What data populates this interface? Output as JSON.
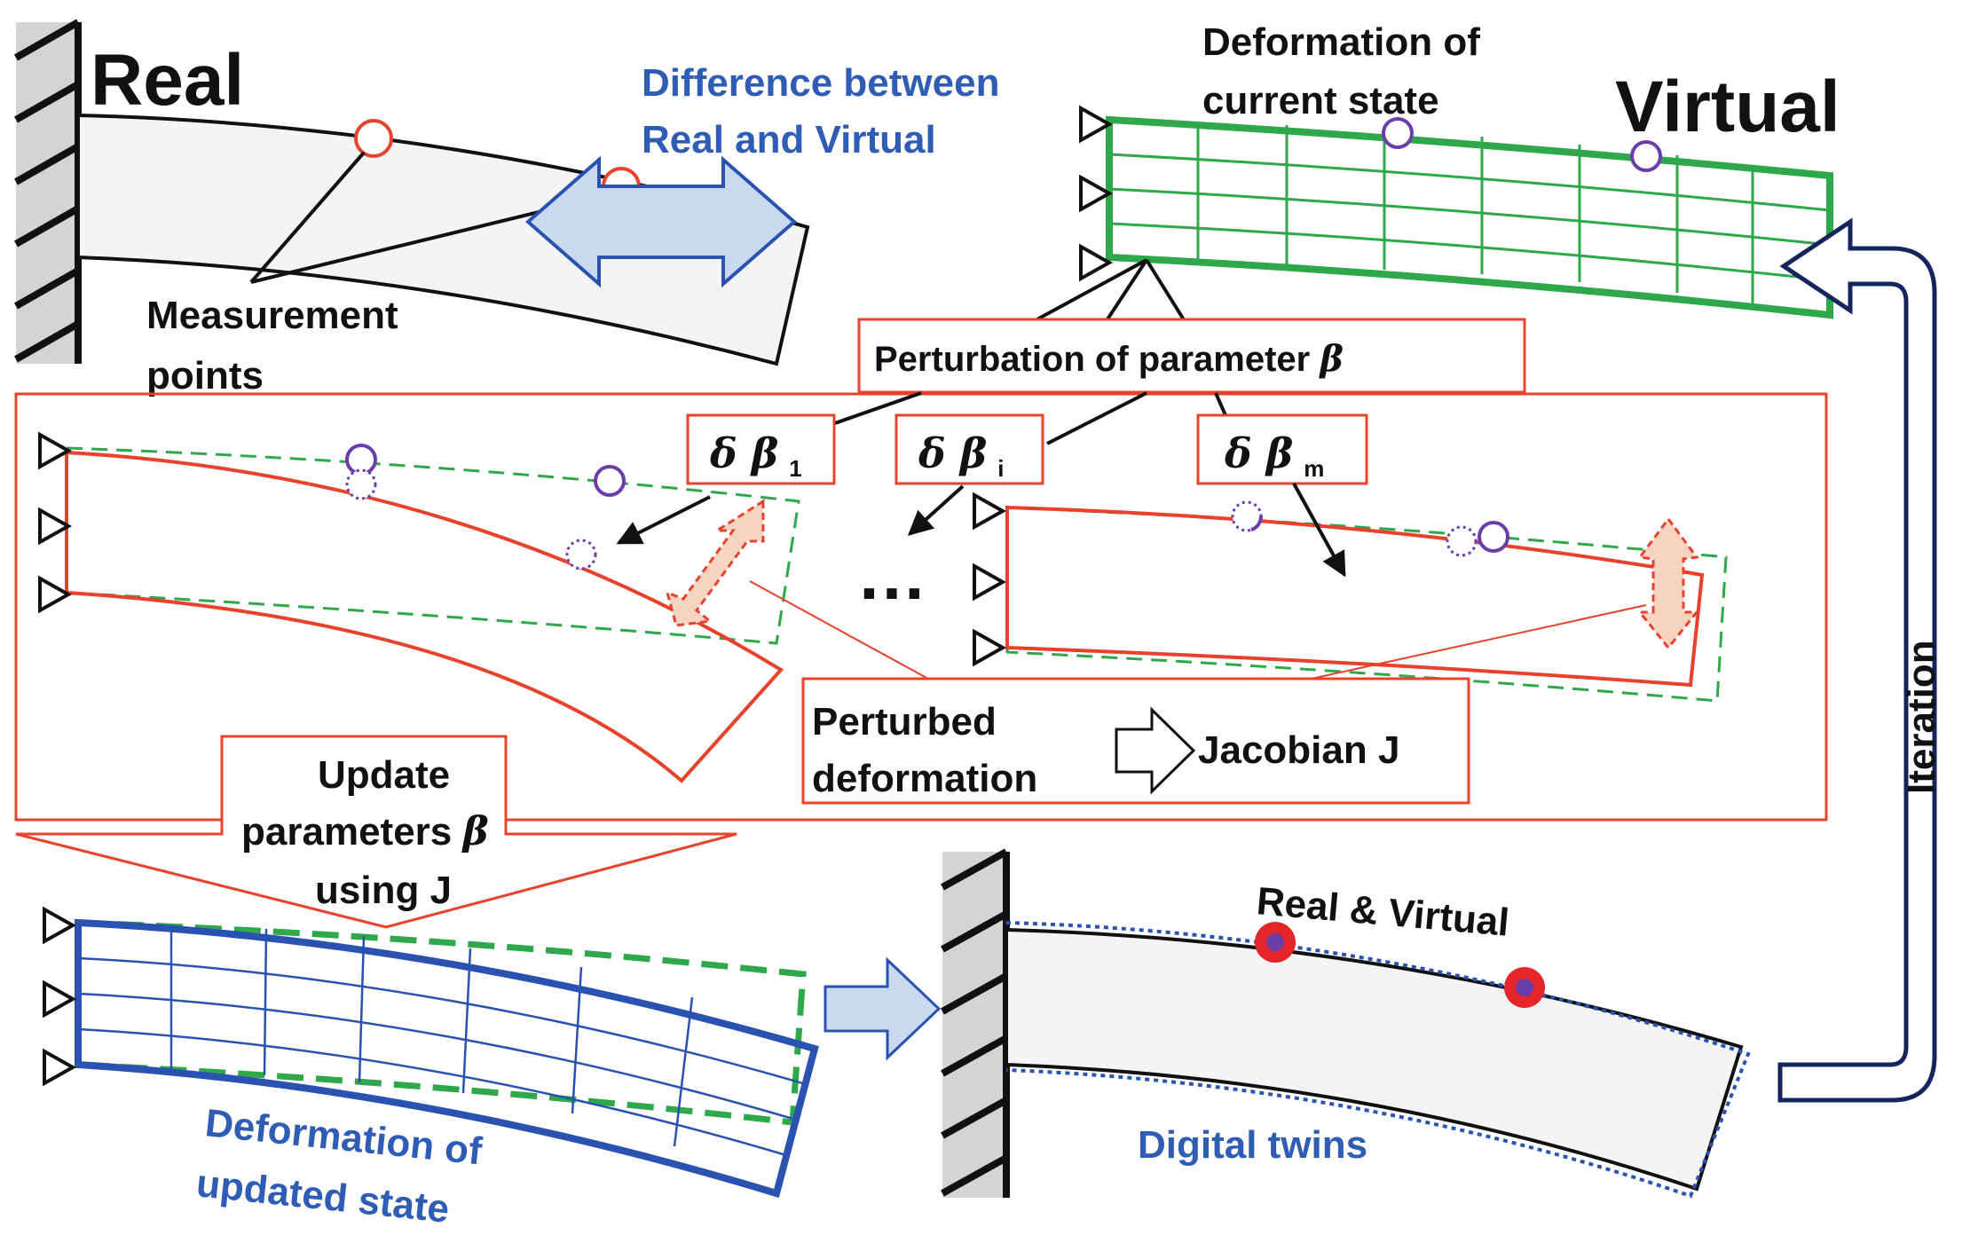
{
  "labels": {
    "real": "Real",
    "virtual": "Virtual",
    "difference_line1": "Difference between",
    "difference_line2": "Real and Virtual",
    "deformation_current_line1": "Deformation of",
    "deformation_current_line2": "current state",
    "measurement_line1": "Measurement",
    "measurement_line2": "points",
    "perturbation_text": "Perturbation of parameter ",
    "beta": "β",
    "delta_beta_1": "δ β",
    "sub_1": "1",
    "delta_beta_i": "δ β",
    "sub_i": "i",
    "delta_beta_m": "δ β",
    "sub_m": "m",
    "ellipsis": "…",
    "perturbed_line1": "Perturbed",
    "perturbed_line2": "deformation",
    "jacobian": "Jacobian J",
    "update_line1": "Update",
    "update_line2": "parameters ",
    "update_line3": "using J",
    "deformation_updated_line1": "Deformation of",
    "deformation_updated_line2": "updated state",
    "real_and_virtual": "Real & Virtual",
    "digital_twins": "Digital twins",
    "iteration": "Iteration"
  },
  "colors": {
    "black": "#111111",
    "beam_fill": "#f4f4f4",
    "wall_fill": "#d4d4d4",
    "red": "#e8412c",
    "green": "#2ea84a",
    "blue": "#2a52b0",
    "text_blue": "#2f5db6",
    "purple": "#6a3da8",
    "light_blue_fill": "#c9d9ef",
    "peach_fill": "#f7d3c2",
    "navy": "#14245c",
    "marker_red": "#e4262b"
  }
}
